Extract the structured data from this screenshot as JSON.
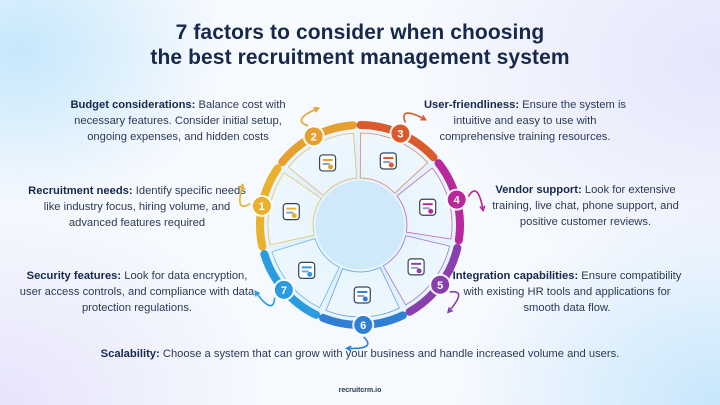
{
  "title": {
    "line1": "7 factors to consider when choosing",
    "line2": "the best recruitment management system"
  },
  "factors": [
    {
      "number": "1",
      "label": "Recruitment needs:",
      "text": " Identify specific needs like industry focus, hiring volume, and advanced features required",
      "color": "#e9b22a",
      "icon": "target-gear-icon"
    },
    {
      "number": "2",
      "label": "Budget considerations:",
      "text": " Balance cost with necessary features. Consider initial setup, ongoing expenses, and hidden costs",
      "color": "#e5a02f",
      "icon": "invoice-calculator-icon"
    },
    {
      "number": "3",
      "label": "User-friendliness:",
      "text": " Ensure the system is intuitive and easy to use with comprehensive training resources.",
      "color": "#d95a2b",
      "icon": "team-gear-icon"
    },
    {
      "number": "4",
      "label": "Vendor support:",
      "text": " Look for extensive training, live chat, phone support, and positive customer reviews.",
      "color": "#b8289a",
      "icon": "chat-thumbs-up-icon"
    },
    {
      "number": "5",
      "label": "Integration capabilities:",
      "text": " Ensure compatibility with existing HR tools and applications for smooth data flow.",
      "color": "#8a3fae",
      "icon": "funnel-icon"
    },
    {
      "number": "6",
      "label": "Scalability:",
      "text": " Choose a system that can grow with your business and handle increased volume and users.",
      "color": "#2f7fd4",
      "icon": "monitor-chart-icon"
    },
    {
      "number": "7",
      "label": "Security features:",
      "text": " Look for data encryption, user access controls, and compliance with data protection regulations.",
      "color": "#2b9be0",
      "icon": "shield-check-icon"
    }
  ],
  "footer": "recruitcrm.io"
}
